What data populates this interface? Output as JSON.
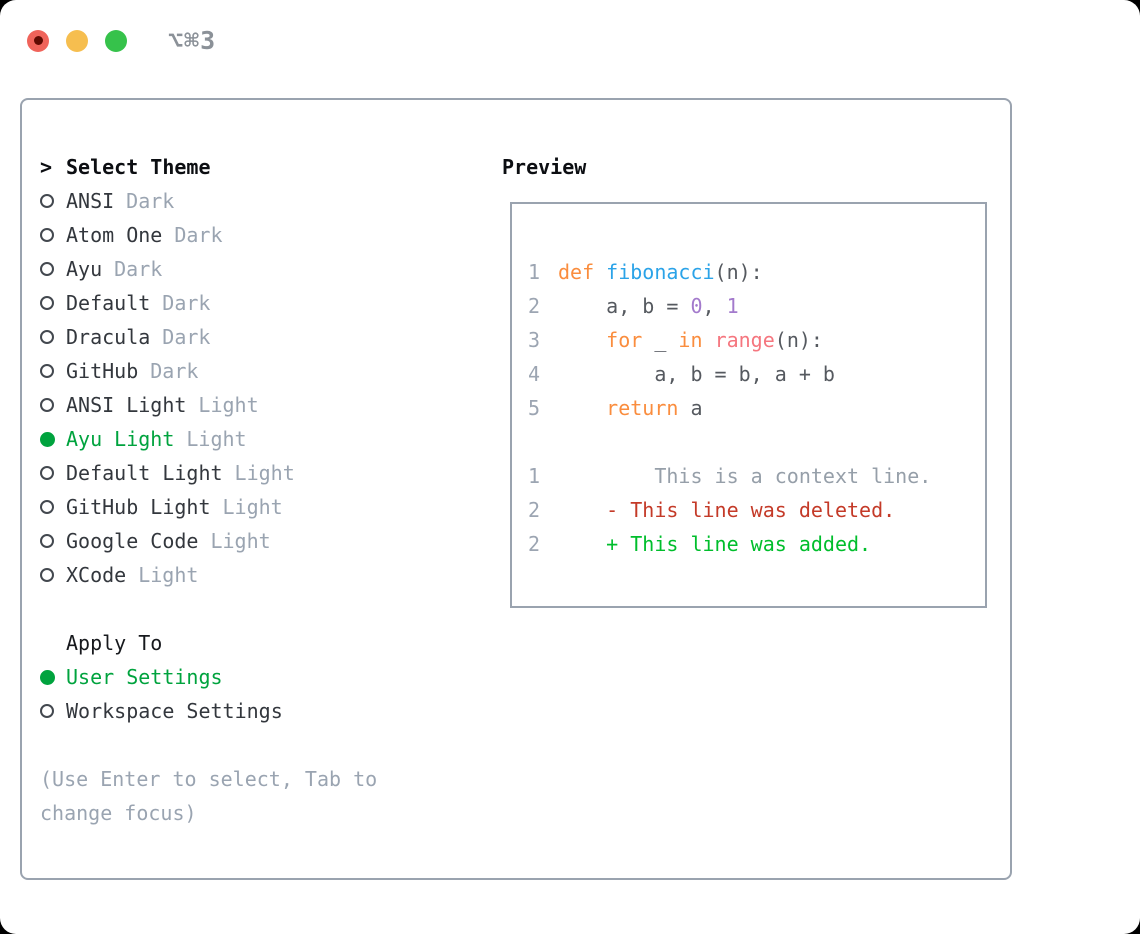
{
  "window": {
    "shortcut": "⌥⌘3"
  },
  "theme_picker": {
    "prompt": ">",
    "title": "Select Theme",
    "items": [
      {
        "name": "ANSI",
        "tag": "Dark",
        "selected": false
      },
      {
        "name": "Atom One",
        "tag": "Dark",
        "selected": false
      },
      {
        "name": "Ayu",
        "tag": "Dark",
        "selected": false
      },
      {
        "name": "Default",
        "tag": "Dark",
        "selected": false
      },
      {
        "name": "Dracula",
        "tag": "Dark",
        "selected": false
      },
      {
        "name": "GitHub",
        "tag": "Dark",
        "selected": false
      },
      {
        "name": "ANSI Light",
        "tag": "Light",
        "selected": false
      },
      {
        "name": "Ayu Light",
        "tag": "Light",
        "selected": true
      },
      {
        "name": "Default Light",
        "tag": "Light",
        "selected": false
      },
      {
        "name": "GitHub Light",
        "tag": "Light",
        "selected": false
      },
      {
        "name": "Google Code",
        "tag": "Light",
        "selected": false
      },
      {
        "name": "XCode",
        "tag": "Light",
        "selected": false
      }
    ],
    "apply_to": {
      "title": "Apply To",
      "options": [
        {
          "label": "User Settings",
          "selected": true
        },
        {
          "label": "Workspace Settings",
          "selected": false
        }
      ]
    },
    "hint_line1": "(Use Enter to select, Tab to",
    "hint_line2": "change focus)"
  },
  "preview": {
    "title": "Preview",
    "code_lines": [
      {
        "num": "1",
        "tokens": [
          {
            "t": "def ",
            "c": "kw"
          },
          {
            "t": "fibonacci",
            "c": "fn"
          },
          {
            "t": "(n):",
            "c": "fg"
          }
        ]
      },
      {
        "num": "2",
        "tokens": [
          {
            "t": "    a, b = ",
            "c": "fg"
          },
          {
            "t": "0",
            "c": "num"
          },
          {
            "t": ", ",
            "c": "fg"
          },
          {
            "t": "1",
            "c": "num"
          }
        ]
      },
      {
        "num": "3",
        "tokens": [
          {
            "t": "    ",
            "c": "fg"
          },
          {
            "t": "for",
            "c": "kw"
          },
          {
            "t": " _ ",
            "c": "fg"
          },
          {
            "t": "in",
            "c": "kw"
          },
          {
            "t": " ",
            "c": "fg"
          },
          {
            "t": "range",
            "c": "builtin"
          },
          {
            "t": "(n):",
            "c": "fg"
          }
        ]
      },
      {
        "num": "4",
        "tokens": [
          {
            "t": "        a, b = b, a + b",
            "c": "fg"
          }
        ]
      },
      {
        "num": "5",
        "tokens": [
          {
            "t": "    ",
            "c": "fg"
          },
          {
            "t": "return",
            "c": "kw"
          },
          {
            "t": " a",
            "c": "fg"
          }
        ]
      },
      {
        "num": "",
        "tokens": []
      },
      {
        "num": "1",
        "tokens": [
          {
            "t": "        This is a context line.",
            "c": "ctx"
          }
        ]
      },
      {
        "num": "2",
        "tokens": [
          {
            "t": "    - This line was deleted.",
            "c": "del"
          }
        ]
      },
      {
        "num": "2",
        "tokens": [
          {
            "t": "    + This line was added.",
            "c": "add"
          }
        ]
      }
    ]
  },
  "colors": {
    "accent_green": "#00A33E",
    "added_green": "#00BE2C",
    "deleted_red": "#C43A28",
    "keyword_orange": "#FA8D3E",
    "function_blue": "#2BA3E8",
    "number_purple": "#A37ACC",
    "builtin_coral": "#F5767F",
    "muted_gray": "#9AA4B1",
    "border_gray": "#9AA3AF",
    "traffic_red": "#F0635A",
    "traffic_yellow": "#F6BE4F",
    "traffic_green": "#36C24B"
  }
}
